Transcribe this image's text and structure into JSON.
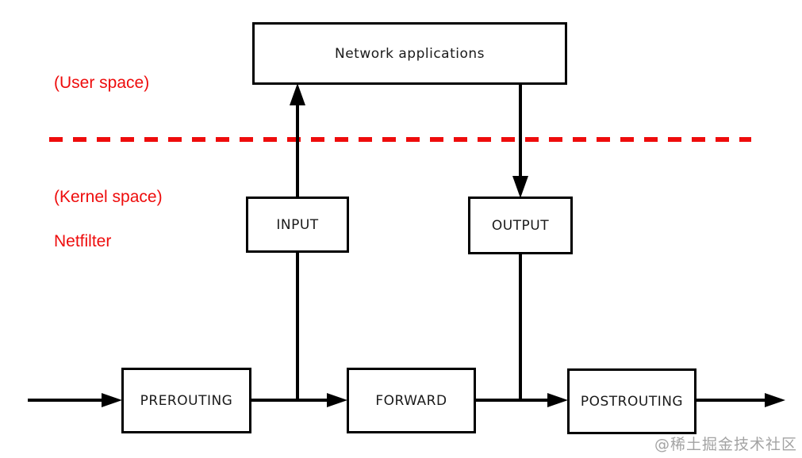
{
  "diagram": {
    "title_box": "Network applications",
    "labels": {
      "user_space": "(User space)",
      "kernel_space": "(Kernel space)",
      "netfilter": "Netfilter"
    },
    "chains": {
      "input": "INPUT",
      "output": "OUTPUT",
      "prerouting": "PREROUTING",
      "forward": "FORWARD",
      "postrouting": "POSTROUTING"
    },
    "watermark": "@稀土掘金技术社区",
    "colors": {
      "line_black": "#000000",
      "divider_red": "#ee0c0c",
      "label_red": "#ee0c0c",
      "watermark_gray": "#a3a3a3",
      "box_background": "#ffffff"
    }
  }
}
